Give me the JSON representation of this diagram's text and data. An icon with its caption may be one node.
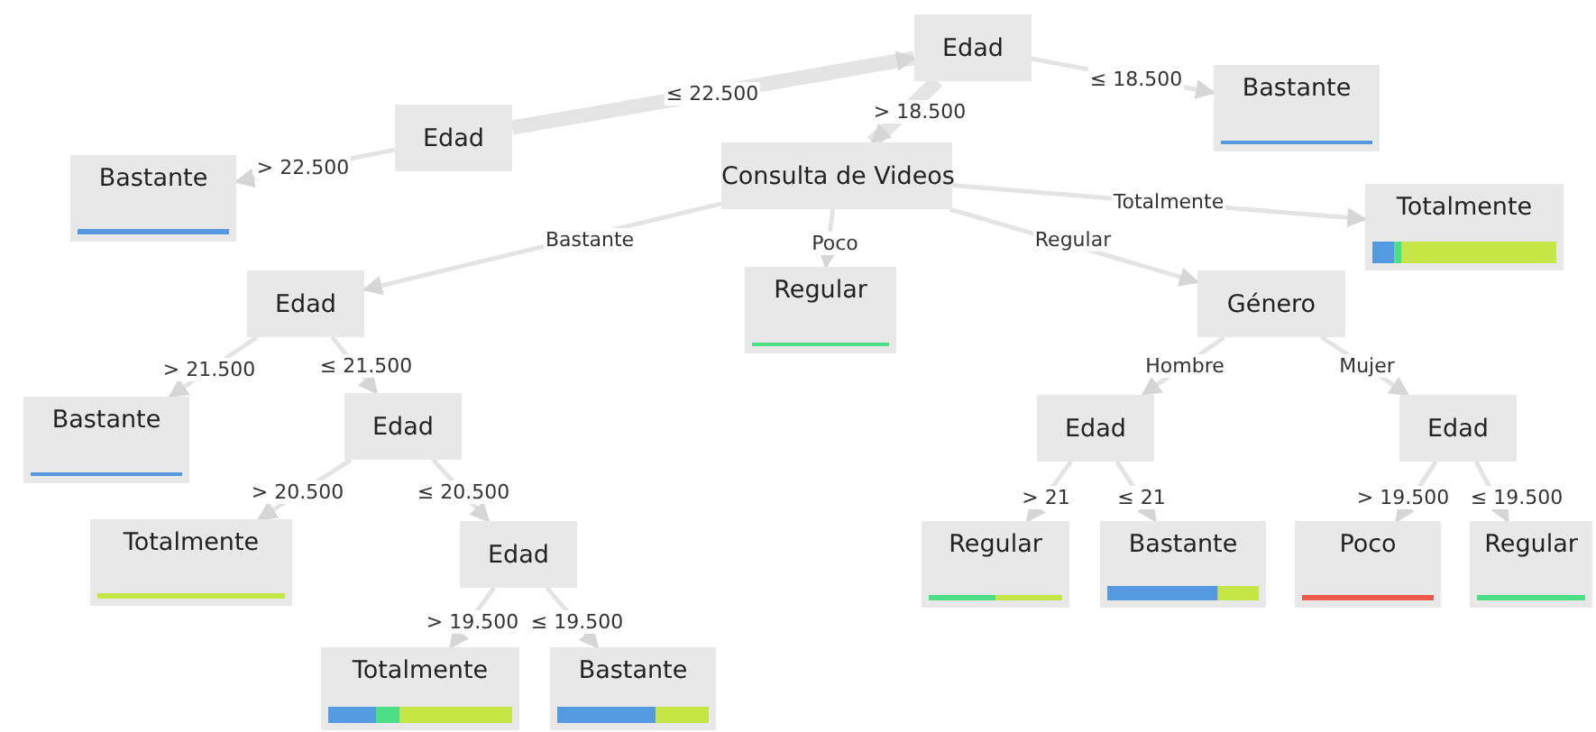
{
  "diagram": {
    "nodes": [
      {
        "text": [
          "Edad"
        ]
      },
      {
        "text": [
          "Edad"
        ]
      },
      {
        "text": [
          "Bastante"
        ]
      },
      {
        "text": [
          "Consulta de Videos"
        ]
      },
      {
        "text": [
          "Bastante"
        ]
      },
      {
        "text": [
          "Totalmente"
        ]
      },
      {
        "text": [
          "Edad"
        ]
      },
      {
        "text": [
          "Regular"
        ]
      },
      {
        "text": [
          "Género"
        ]
      },
      {
        "text": [
          "Bastante"
        ]
      },
      {
        "text": [
          "Edad"
        ]
      },
      {
        "text": [
          "Totalmente"
        ]
      },
      {
        "text": [
          "Edad"
        ]
      },
      {
        "text": [
          "Totalmente"
        ]
      },
      {
        "text": [
          "Bastante"
        ]
      },
      {
        "text": [
          "Edad"
        ]
      },
      {
        "text": [
          "Edad"
        ]
      },
      {
        "text": [
          "Regular"
        ]
      },
      {
        "text": [
          "Bastante"
        ]
      },
      {
        "text": [
          "Poco"
        ]
      },
      {
        "text": [
          "Regular"
        ]
      }
    ],
    "edges": [
      {
        "from": 1,
        "to": 0,
        "arrow": "to",
        "label": "≤ 22.500",
        "style": "thick"
      },
      {
        "from": 1,
        "to": 2,
        "arrow": "to",
        "label": "> 22.500"
      },
      {
        "from": 0,
        "to": 4,
        "arrow": "to",
        "label": "≤ 18.500"
      },
      {
        "from": 0,
        "to": 3,
        "arrow": "to",
        "label": "> 18.500",
        "style": "thick"
      },
      {
        "from": 3,
        "to": 6,
        "arrow": "to",
        "label": "Bastante"
      },
      {
        "from": 3,
        "to": 7,
        "arrow": "to",
        "label": "Poco"
      },
      {
        "from": 3,
        "to": 8,
        "arrow": "to",
        "label": "Regular"
      },
      {
        "from": 3,
        "to": 5,
        "arrow": "to",
        "label": "Totalmente"
      },
      {
        "from": 6,
        "to": 9,
        "arrow": "to",
        "label": "> 21.500"
      },
      {
        "from": 6,
        "to": 10,
        "arrow": "to",
        "label": "≤ 21.500"
      },
      {
        "from": 10,
        "to": 11,
        "arrow": "to",
        "label": "> 20.500"
      },
      {
        "from": 10,
        "to": 12,
        "arrow": "to",
        "label": "≤ 20.500"
      },
      {
        "from": 12,
        "to": 13,
        "arrow": "to",
        "label": "> 19.500"
      },
      {
        "from": 12,
        "to": 14,
        "arrow": "to",
        "label": "≤ 19.500"
      },
      {
        "from": 8,
        "to": 15,
        "arrow": "to",
        "label": "Hombre"
      },
      {
        "from": 8,
        "to": 16,
        "arrow": "to",
        "label": "Mujer"
      },
      {
        "from": 15,
        "to": 17,
        "arrow": "to",
        "label": "> 21"
      },
      {
        "from": 15,
        "to": 18,
        "arrow": "to",
        "label": "≤ 21"
      },
      {
        "from": 16,
        "to": 19,
        "arrow": "to",
        "label": "> 19.500"
      },
      {
        "from": 16,
        "to": 20,
        "arrow": "to",
        "label": "≤ 19.500"
      }
    ]
  }
}
